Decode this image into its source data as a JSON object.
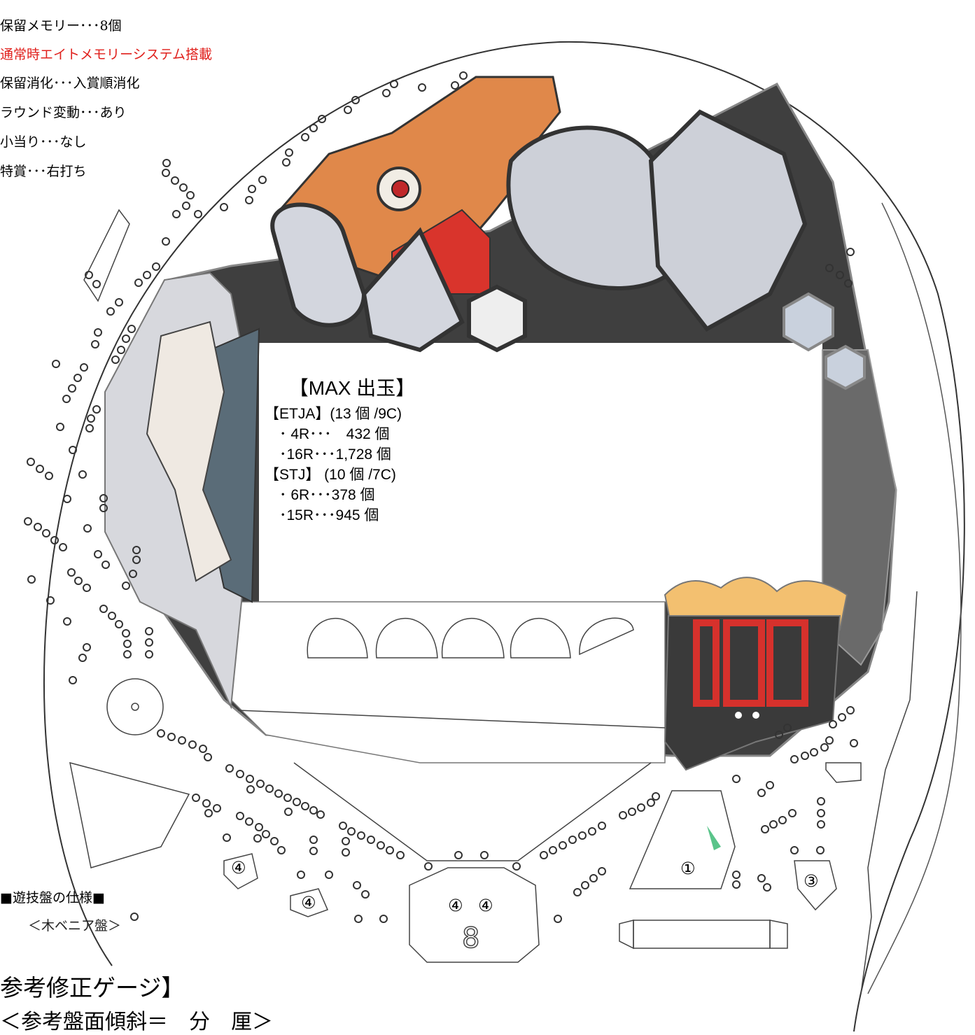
{
  "spec_lines": [
    {
      "text": "保留メモリー･･･8個",
      "red": false
    },
    {
      "text": "通常時エイトメモリーシステム搭載",
      "red": true
    },
    {
      "text": "保留消化･･･入賞順消化",
      "red": false
    },
    {
      "text": "ラウンド変動･･･あり",
      "red": false
    },
    {
      "text": "小当り･･･なし",
      "red": false
    },
    {
      "text": "特賞･･･右打ち",
      "red": false
    }
  ],
  "max": {
    "title": "【MAX 出玉】",
    "lines": [
      "【ETJA】(13 個 /9C)",
      "　･ 4R･･･　432 個",
      "　･16R･･･1,728 個",
      "【STJ】 (10 個 /7C)",
      "　･ 6R･･･378 個",
      "　･15R･･･945 個"
    ]
  },
  "board_spec": {
    "heading": "■遊技盤の仕様■",
    "sub": "＜木ベニア盤＞"
  },
  "gauge": {
    "title": "参考修正ゲージ】",
    "sub": "＜参考盤面傾斜＝　分　厘＞"
  },
  "pocket_numbers": {
    "p4a": "④",
    "p4b": "④",
    "p4c": "④",
    "p4d": "④",
    "p1": "①",
    "p3": "③",
    "p8": "8"
  },
  "counter_display": "100",
  "colors": {
    "red": "#e0201c",
    "dark": "#3c3c3c",
    "orange": "#e0884a",
    "silver": "#c9ccd4",
    "green": "#5ac48a"
  }
}
